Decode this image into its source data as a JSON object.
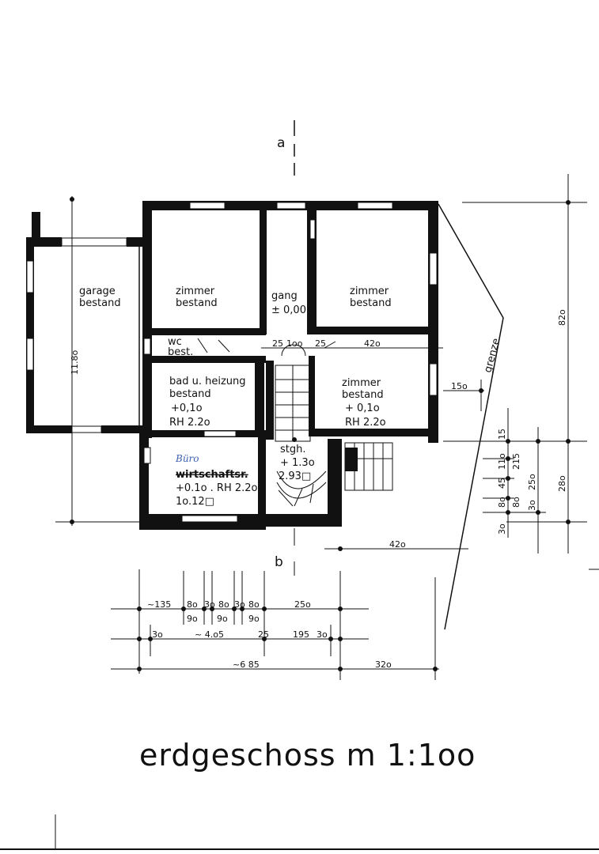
{
  "title": "erdgeschoss m 1:1oo",
  "section_marks": {
    "top": "a",
    "bottom": "b"
  },
  "rooms": {
    "garage": [
      "garage",
      "bestand"
    ],
    "zimmer_tl": [
      "zimmer",
      "bestand"
    ],
    "gang": [
      "gang",
      "± 0,00"
    ],
    "zimmer_tr": [
      "zimmer",
      "bestand"
    ],
    "wc": [
      "wc",
      "best."
    ],
    "bad": [
      "bad u. heizung",
      "bestand",
      "+0,1o",
      "RH 2.2o"
    ],
    "zimmer_br": [
      "zimmer",
      "bestand",
      "+ 0,1o",
      "RH 2.2o"
    ],
    "buero_handwritten": "Büro",
    "wirtschaft": [
      "wirtschaftsr.",
      "+0.1o . RH 2.2o",
      "1o.12□"
    ],
    "stgh": [
      "stgh.",
      "+ 1.3o",
      "2.93□"
    ]
  },
  "grenze": "grenze",
  "dimensions": {
    "garage_length": "11.8o",
    "top_row": [
      "25",
      "1oo",
      "25",
      "42o"
    ],
    "right_150": "15o",
    "right_820": "82o",
    "right_small": [
      "15",
      "11o",
      "45",
      "8o",
      "3o"
    ],
    "right_215": "215",
    "right_250": "25o",
    "right_80": "8o",
    "right_30": "3o",
    "right_280": "28o",
    "d420": "42o",
    "row1": [
      "~135",
      "8o",
      "3o",
      "8o",
      "3o",
      "8o",
      "25o"
    ],
    "row1_sub": [
      "9o",
      "9o",
      "9o"
    ],
    "row2": [
      "3o",
      "~ 4.o5",
      "25",
      "195",
      "3o"
    ],
    "row3": [
      "~6 85",
      "32o"
    ]
  }
}
